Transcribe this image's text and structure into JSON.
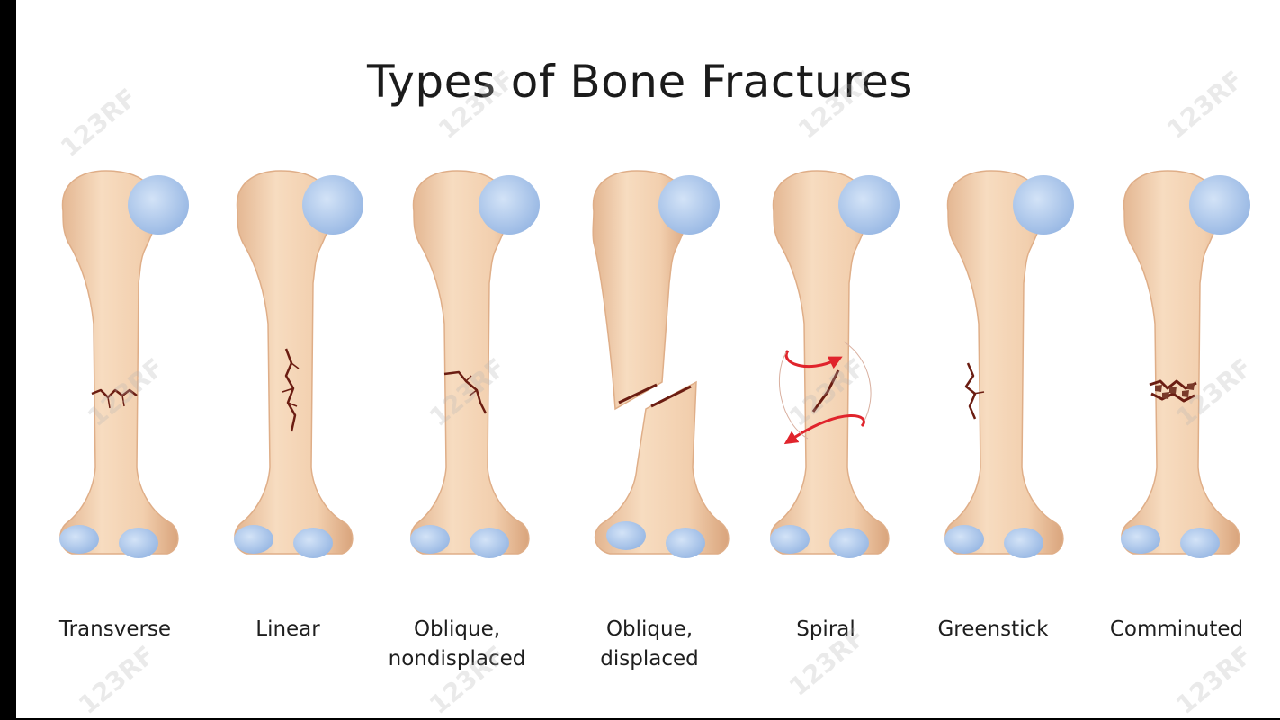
{
  "title": "Types of Bone Fractures",
  "watermark": "123RF",
  "colors": {
    "bone": "#f2cfae",
    "bone_shade": "#dfae88",
    "cartilage": "#a9c6ec",
    "fracture": "#6b1d12",
    "arrow": "#e0242c",
    "background": "#ffffff",
    "border": "#000000"
  },
  "fractures": [
    {
      "label": "Transverse",
      "type": "transverse"
    },
    {
      "label": "Linear",
      "type": "linear"
    },
    {
      "label": "Oblique,\nnondisplaced",
      "type": "oblique-nondisplaced"
    },
    {
      "label": "Oblique,\ndisplaced",
      "type": "oblique-displaced"
    },
    {
      "label": "Spiral",
      "type": "spiral"
    },
    {
      "label": "Greenstick",
      "type": "greenstick"
    },
    {
      "label": "Comminuted",
      "type": "comminuted"
    }
  ]
}
